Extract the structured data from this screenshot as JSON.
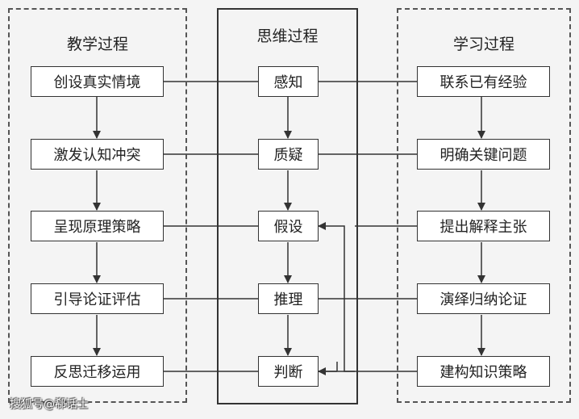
{
  "teaching": {
    "title": "教学过程",
    "steps": [
      "创设真实情境",
      "激发认知冲突",
      "呈现原理策略",
      "引导论证评估",
      "反思迁移运用"
    ]
  },
  "thinking": {
    "title": "思维过程",
    "steps": [
      "感知",
      "质疑",
      "假设",
      "推理",
      "判断"
    ]
  },
  "learning": {
    "title": "学习过程",
    "steps": [
      "联系已有经验",
      "明确关键问题",
      "提出解释主张",
      "演绎归纳论证",
      "建构知识策略"
    ]
  },
  "watermark": "搜狐号@郗话士",
  "colors": {
    "line": "#333333",
    "box_fill": "#ffffff",
    "background": "#f4f4f4"
  }
}
